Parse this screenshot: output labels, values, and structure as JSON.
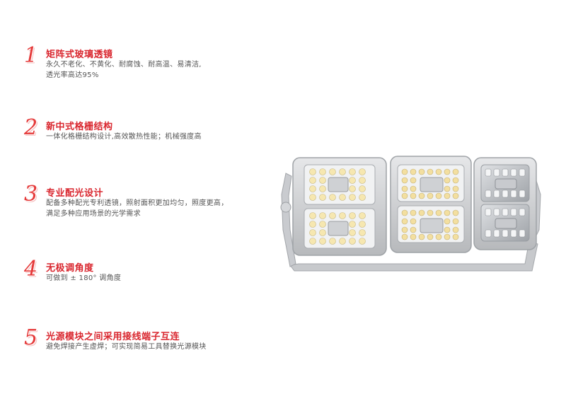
{
  "features": [
    {
      "number": "1",
      "title": "矩阵式玻璃透镜",
      "lines": [
        "永久不老化、不黄化、耐腐蚀、耐高温、易清洁,",
        "透光率高达95%"
      ]
    },
    {
      "number": "2",
      "title": "新中式格栅结构",
      "lines": [
        "一体化格栅结构设计,高效散热性能；机械强度高"
      ]
    },
    {
      "number": "3",
      "title": "专业配光设计",
      "lines": [
        "配备多种配光专利透镜，照射面积更加均匀，照度更高，",
        "满足多种应用场景的光学需求"
      ]
    },
    {
      "number": "4",
      "title": "无极调角度",
      "lines": [
        "可做到 ± 180°  调角度"
      ]
    },
    {
      "number": "5",
      "title": "光源模块之间采用接线端子互连",
      "lines": [
        "避免焊接产生虚焊；可实现简易工具替换光源模块"
      ]
    }
  ],
  "product_image": {
    "name": "three-module LED flood light"
  },
  "colors": {
    "accent": "#d9262e",
    "numeral": "#e53a3a",
    "text": "#555555"
  }
}
